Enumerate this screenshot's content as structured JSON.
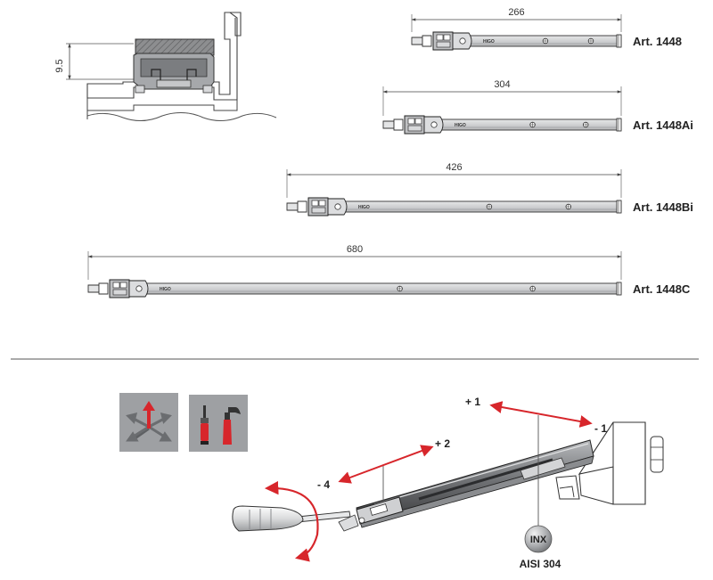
{
  "section_view": {
    "dimension_label": "9.5"
  },
  "articles": [
    {
      "length_label": "266",
      "name": "Art. 1448",
      "brand": "HIGO"
    },
    {
      "length_label": "304",
      "name": "Art. 1448Ai",
      "brand": "HIGO"
    },
    {
      "length_label": "426",
      "name": "Art. 1448Bi",
      "brand": "HIGO"
    },
    {
      "length_label": "680",
      "name": "Art. 1448C",
      "brand": "HIGO"
    }
  ],
  "adjustment": {
    "plus_1": "+ 1",
    "minus_1": "- 1",
    "plus_2": "+ 2",
    "minus_4": "- 4"
  },
  "material": {
    "badge": "INX",
    "label": "AISI 304"
  },
  "icons": {
    "adjust": "adjustment-arrows-icon",
    "tools": "screwdriver-hammer-icon"
  },
  "colors": {
    "accent_red": "#d7262b",
    "icon_bg": "#9ea0a3",
    "metal": "#d3d4d6",
    "line": "#444444"
  }
}
